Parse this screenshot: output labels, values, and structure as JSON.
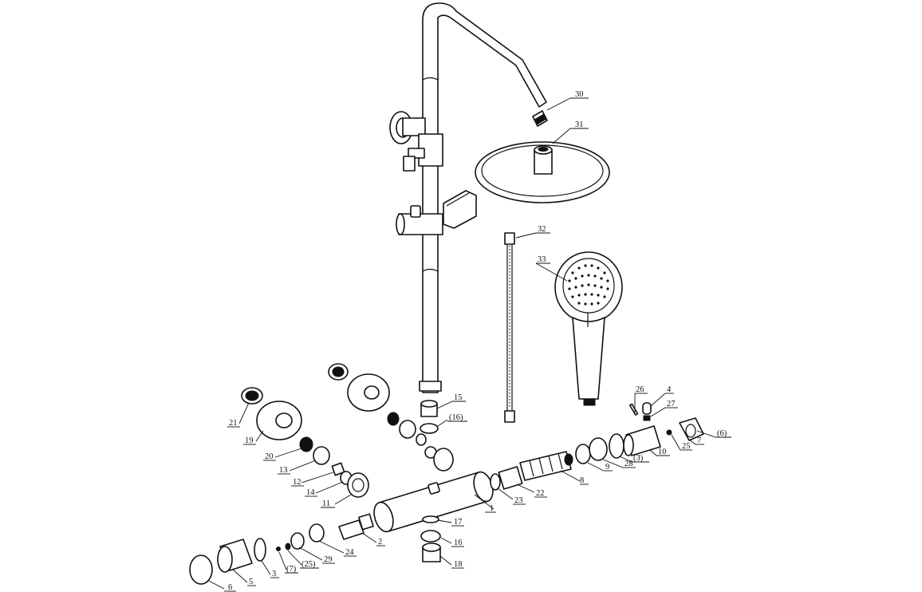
{
  "callouts": [
    {
      "id": "c30",
      "text": "30"
    },
    {
      "id": "c31",
      "text": "31"
    },
    {
      "id": "c32",
      "text": "32"
    },
    {
      "id": "c33",
      "text": "33"
    },
    {
      "id": "c26",
      "text": "26"
    },
    {
      "id": "c4",
      "text": "4"
    },
    {
      "id": "c27",
      "text": "27"
    },
    {
      "id": "c6p",
      "text": "(6)"
    },
    {
      "id": "c10",
      "text": "10"
    },
    {
      "id": "c25",
      "text": "25"
    },
    {
      "id": "c7",
      "text": "7"
    },
    {
      "id": "c3p",
      "text": "(3)"
    },
    {
      "id": "c28",
      "text": "28"
    },
    {
      "id": "c9",
      "text": "9"
    },
    {
      "id": "c8",
      "text": "8"
    },
    {
      "id": "c22",
      "text": "22"
    },
    {
      "id": "c23",
      "text": "23"
    },
    {
      "id": "c1",
      "text": "1"
    },
    {
      "id": "c15",
      "text": "15"
    },
    {
      "id": "c16p",
      "text": "(16)"
    },
    {
      "id": "c21",
      "text": "21"
    },
    {
      "id": "c19",
      "text": "19"
    },
    {
      "id": "c20",
      "text": "20"
    },
    {
      "id": "c13",
      "text": "13"
    },
    {
      "id": "c12",
      "text": "12"
    },
    {
      "id": "c14",
      "text": "14"
    },
    {
      "id": "c11",
      "text": "11"
    },
    {
      "id": "c2",
      "text": "2"
    },
    {
      "id": "c24",
      "text": "24"
    },
    {
      "id": "c29",
      "text": "29"
    },
    {
      "id": "c25p",
      "text": "(25)"
    },
    {
      "id": "c7p",
      "text": "(7)"
    },
    {
      "id": "c3",
      "text": "3"
    },
    {
      "id": "c5",
      "text": "5"
    },
    {
      "id": "c6",
      "text": "6"
    },
    {
      "id": "c17",
      "text": "17"
    },
    {
      "id": "c16",
      "text": "16"
    },
    {
      "id": "c18",
      "text": "18"
    }
  ]
}
